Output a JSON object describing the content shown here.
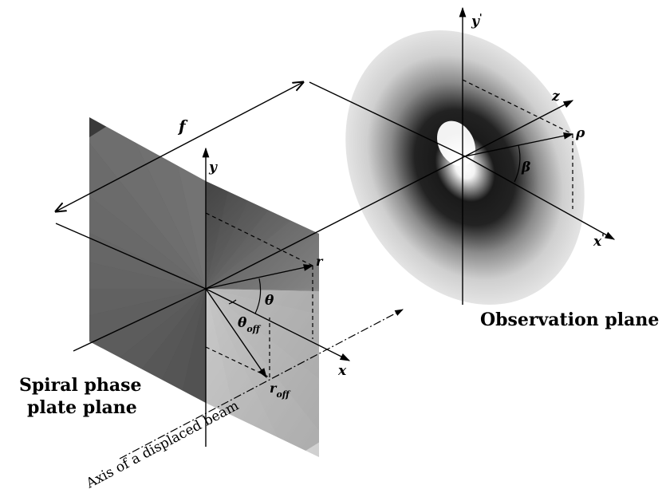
{
  "labels": {
    "spp_line1": "Spiral phase",
    "spp_line2": "plate plane",
    "observation_plane": "Observation plane",
    "displaced_axis": "Axis of a displaced beam",
    "focal_length": "f",
    "y_axis": "y",
    "x_axis": "x",
    "r": "r",
    "theta": "θ",
    "theta_off_base": "θ",
    "theta_off_sub": "off",
    "r_off_base": "r",
    "r_off_sub": "off",
    "y_prime_axis": "y",
    "x_prime_axis": "x",
    "prime": "'",
    "z_axis": "z",
    "rho": "ρ",
    "beta": "β"
  },
  "colors": {
    "ink": "#000000",
    "plate_dark": "#1a1a1a",
    "plate_light": "#e6e6e6",
    "spot_bright": "#ffffff",
    "spot_ring": "#111111",
    "spot_halo": "#dcdcdc"
  }
}
